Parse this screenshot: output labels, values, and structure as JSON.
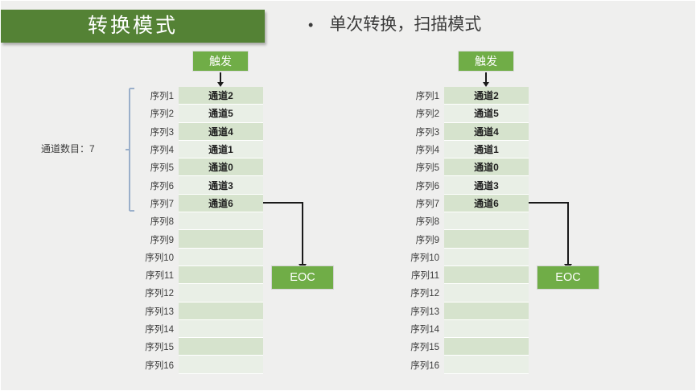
{
  "slide": {
    "title": "转换模式",
    "background_color": "#efefee",
    "title_bar_color": "#548235",
    "accent_green": "#70ad47",
    "row_odd_color": "#d6e3cd",
    "row_even_color": "#e9efe6",
    "brace_color": "#9aafca",
    "arrow_color": "#1a1a1a"
  },
  "bullet": {
    "marker": "•",
    "text": "单次转换，扫描模式"
  },
  "annotation": {
    "channel_count_label": "通道数目：7"
  },
  "trigger": {
    "label": "触发"
  },
  "eoc": {
    "label": "EOC"
  },
  "sequence_labels": [
    "序列1",
    "序列2",
    "序列3",
    "序列4",
    "序列5",
    "序列6",
    "序列7",
    "序列8",
    "序列9",
    "序列10",
    "序列11",
    "序列12",
    "序列13",
    "序列14",
    "序列15",
    "序列16"
  ],
  "diagrams": [
    {
      "name": "left-diagram",
      "channels": [
        "通道2",
        "通道5",
        "通道4",
        "通道1",
        "通道0",
        "通道3",
        "通道6",
        "",
        "",
        "",
        "",
        "",
        "",
        "",
        "",
        ""
      ]
    },
    {
      "name": "right-diagram",
      "channels": [
        "通道2",
        "通道5",
        "通道4",
        "通道1",
        "通道0",
        "通道3",
        "通道6",
        "",
        "",
        "",
        "",
        "",
        "",
        "",
        "",
        ""
      ]
    }
  ]
}
